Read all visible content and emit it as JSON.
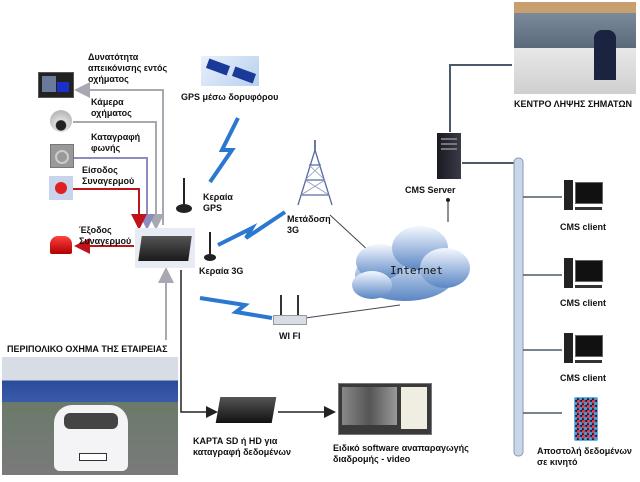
{
  "title": "Fleet vehicle monitoring system diagram",
  "vehicle_devices": {
    "display": "Δυνατότητα απεικόνισης εντός οχήματος",
    "display_lines": [
      "Δυνατότητα",
      "απεικόνισης εντός",
      "οχήματος"
    ],
    "camera_lines": [
      "Κάμερα",
      "οχήματος"
    ],
    "audio_lines": [
      "Καταγραφή",
      "φωνής"
    ],
    "alarm_in_lines": [
      "Είσοδος",
      "Συναγερμού"
    ],
    "alarm_out_lines": [
      "Έξοδος",
      "Συναγερμού"
    ]
  },
  "gps": {
    "satellite_label": "GPS μέσω δορυφόρου",
    "antenna_lines": [
      "Κεραία",
      "GPS"
    ]
  },
  "antenna_3g": "Κεραία 3G",
  "transmission_3g_lines": [
    "Μετάδοση",
    "3G"
  ],
  "wifi": "WI FI",
  "internet": "Internet",
  "cms_server": "CMS Server",
  "control_center": "ΚΕΝΤΡΟ ΛΗΨΗΣ ΣΗΜΑΤΩΝ",
  "clients": [
    "CMS client",
    "CMS client",
    "CMS client"
  ],
  "mobile_lines": [
    "Αποστολή δεδομένων",
    "σε κινητό"
  ],
  "vehicle_label": "ΠΕΡΙΠΟΛΙΚΟ ΟΧΗΜΑ ΤΗΣ ΕΤΑΙΡΕΙΑΣ",
  "storage_lines": [
    "ΚΑΡΤΑ SD ή HD για",
    "καταγραφή δεδομένων"
  ],
  "software_lines": [
    "Ειδικό software αναπαραγωγής",
    "διαδρομής - video"
  ],
  "colors": {
    "alarm_red": "#c0141c",
    "wire_gray": "#a8a8b0",
    "wire_purple": "#8c8cc0",
    "bus_blue": "#c8d6ea",
    "bus_line": "#4a5a6a",
    "bolt_blue": "#2a78d0"
  }
}
